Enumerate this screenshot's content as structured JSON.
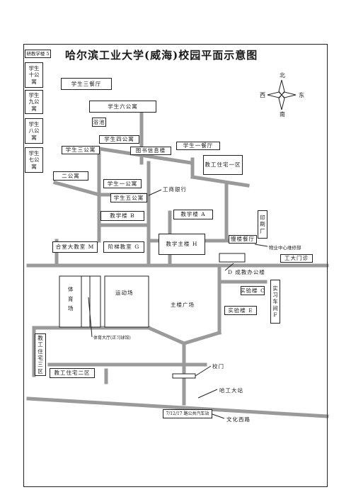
{
  "title": "哈尔滨工业大学(威海)校园平面示意图",
  "compass": {
    "north": "北",
    "south": "南",
    "east": "东",
    "west": "西"
  },
  "buildings": {
    "old_teaching_5": "研教学楼 5",
    "dorm_10": "学生十公寓",
    "dorm_9": "学生九公寓",
    "dorm_8": "学生八公寓",
    "dorm_7": "学生七公寓",
    "canteen_3": "学生三餐厅",
    "dorm_6": "学生六公寓",
    "bathhouse": "浴池",
    "dorm_4": "学生四公寓",
    "dorm_3": "学生三公寓",
    "library": "图书信息楼",
    "canteen_1": "学生一餐厅",
    "staff_housing_1": "教工住宅一区",
    "dorm_2": "二公寓",
    "dorm_1": "学生一公寓",
    "dorm_5": "学生五公寓",
    "bank": "工商银行",
    "teaching_b": "教学楼 B",
    "teaching_a": "教学楼 A",
    "print_shop": "印刷厂",
    "dining_hall": "慢楼餐厅",
    "lecture_hall_m": "合堂大教室 M",
    "south_teaching_g": "阶梯教室 G",
    "main_teaching_h": "教学主楼 H",
    "service_center": "物业中心维修部",
    "gate_east": "工大门诊",
    "admin_d": "D 成教办公楼",
    "gym": "体育场",
    "sports_field": "运动场",
    "main_square": "主楼广场",
    "lab_c": "实验楼 C",
    "workshop_f": "实习车间 F",
    "lab_e": "实验楼 E",
    "gymnasium": "体育大厅(正习球馆)",
    "staff_housing_3": "教工住宅三区",
    "staff_housing_2": "教工住宅二区",
    "school_gate": "校门",
    "hit_stop": "哈工大站",
    "bus_stop": "7/12/17 路公共汽车站",
    "cultural_stop": "文化西路"
  }
}
